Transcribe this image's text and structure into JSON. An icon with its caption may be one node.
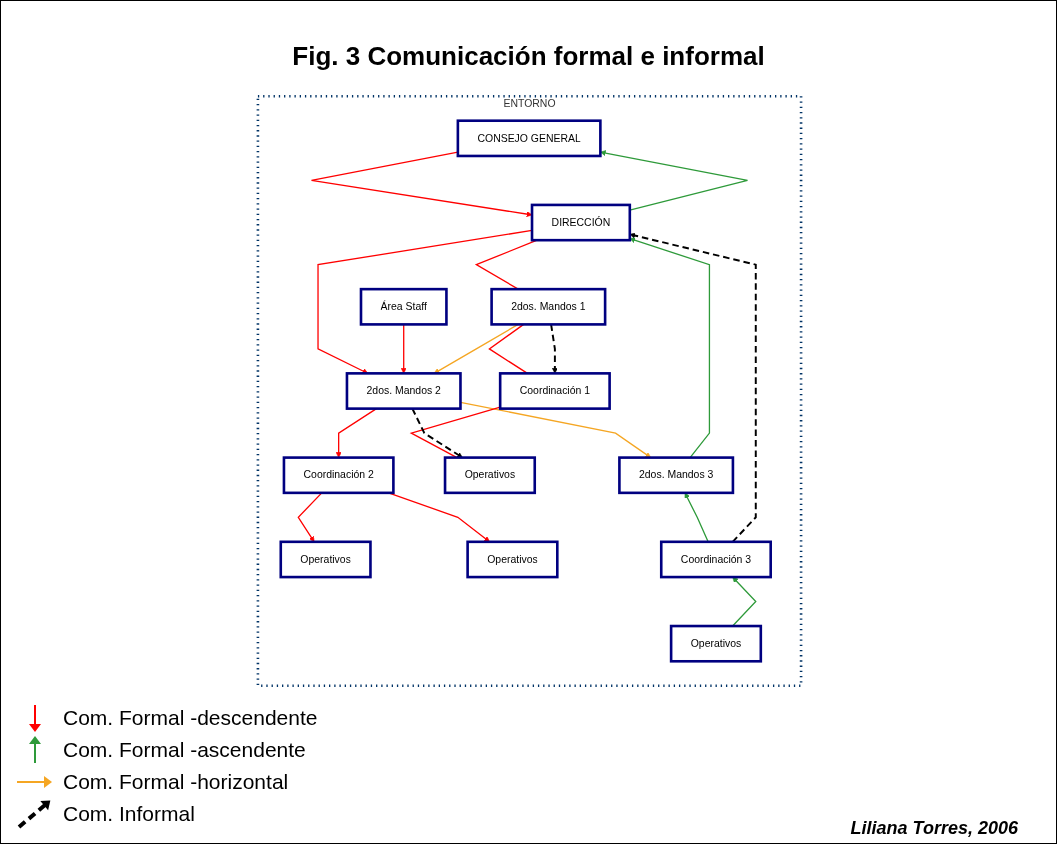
{
  "diagram": {
    "title": "Fig. 3 Comunicación formal e informal",
    "nodes": [
      {
        "text": [
          "ENTORNO"
        ]
      },
      {
        "text": [
          "CONSEJO GENERAL"
        ],
        "in": 0
      },
      {
        "text": [
          "DIRECCIÓN"
        ],
        "in": 0
      },
      {
        "text": [
          "Área Staff"
        ],
        "in": 0
      },
      {
        "text": [
          "2dos. Mandos 1"
        ],
        "in": 0
      },
      {
        "text": [
          "2dos. Mandos 2"
        ],
        "in": 0
      },
      {
        "text": [
          "2dos. Mandos 3"
        ],
        "in": 0
      },
      {
        "text": [
          "Coordinación 1"
        ],
        "in": 0
      },
      {
        "text": [
          "Coordinación 2"
        ],
        "in": 0
      },
      {
        "text": [
          "Coordinación 3"
        ],
        "in": 0
      },
      {
        "text": [
          "Operativos"
        ],
        "in": 0
      },
      {
        "text": [
          "Operativos"
        ],
        "in": 0
      },
      {
        "text": [
          "Operativos"
        ],
        "in": 0
      },
      {
        "text": [
          "Operativos"
        ],
        "in": 0
      }
    ],
    "edges": [
      {
        "from": 1,
        "to": 2,
        "arrow": "to"
      },
      {
        "from": 2,
        "to": 1,
        "arrow": "to",
        "color": "#2e9a3a"
      },
      {
        "from": 2,
        "to": 5,
        "arrow": "to"
      },
      {
        "from": 3,
        "to": 5,
        "arrow": "to"
      },
      {
        "from": 2,
        "to": 4,
        "arrow": "none"
      },
      {
        "from": 6,
        "to": 2,
        "arrow": "to",
        "color": "#2e9a3a"
      },
      {
        "from": 4,
        "to": 5,
        "arrow": "to",
        "color": "#f5a623"
      },
      {
        "from": 5,
        "to": 6,
        "arrow": "to",
        "color": "#f5a623"
      },
      {
        "from": 4,
        "to": 7,
        "arrow": "none"
      },
      {
        "from": 7,
        "to": 10,
        "arrow": "none"
      },
      {
        "from": 5,
        "to": 8,
        "arrow": "to"
      },
      {
        "from": 8,
        "to": 11,
        "arrow": "to"
      },
      {
        "from": 8,
        "to": 12,
        "arrow": "to"
      },
      {
        "from": 9,
        "to": 6,
        "arrow": "to",
        "color": "#2e9a3a"
      },
      {
        "from": 13,
        "to": 9,
        "arrow": "to",
        "color": "#2e9a3a"
      },
      {
        "from": 4,
        "to": 7,
        "arrow": "to",
        "style": "dashed",
        "color": "#000000"
      },
      {
        "from": 5,
        "to": 10,
        "arrow": "to",
        "style": "dashed",
        "color": "#000000"
      },
      {
        "from": 9,
        "to": 2,
        "arrow": "to",
        "style": "dashed",
        "color": "#000000"
      }
    ],
    "labels": [
      "Liliana Torres, 2006"
    ],
    "legend": [
      {
        "text": "Com. Formal -descendente"
      },
      {
        "text": "Com. Formal -ascendente"
      },
      {
        "text": "Com. Formal -horizontal"
      },
      {
        "text": "Com. Informal"
      }
    ]
  }
}
